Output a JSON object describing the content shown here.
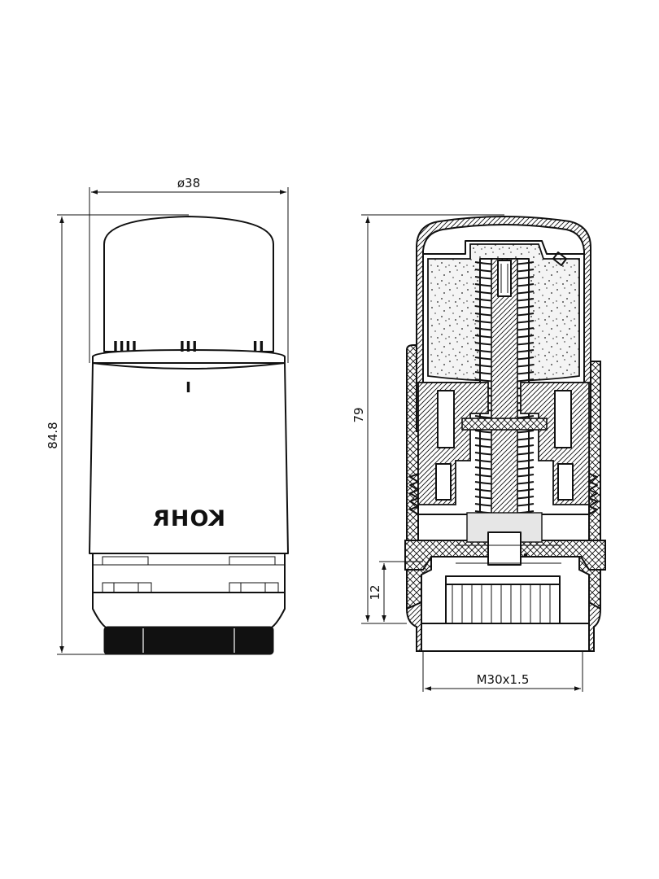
{
  "drawing": {
    "brand": "KOHR",
    "scale_marks": {
      "left": "IIII",
      "middle": "III",
      "right": "II",
      "indicator": "I"
    },
    "dimensions": {
      "diameter": "ø38",
      "total_height": "84.8",
      "section_height": "79",
      "connection_height": "12",
      "thread": "M30x1.5"
    },
    "colors": {
      "line": "#111111",
      "paper": "#ffffff",
      "hatch": "#111111",
      "foam_fill": "#f4f4f4"
    }
  }
}
